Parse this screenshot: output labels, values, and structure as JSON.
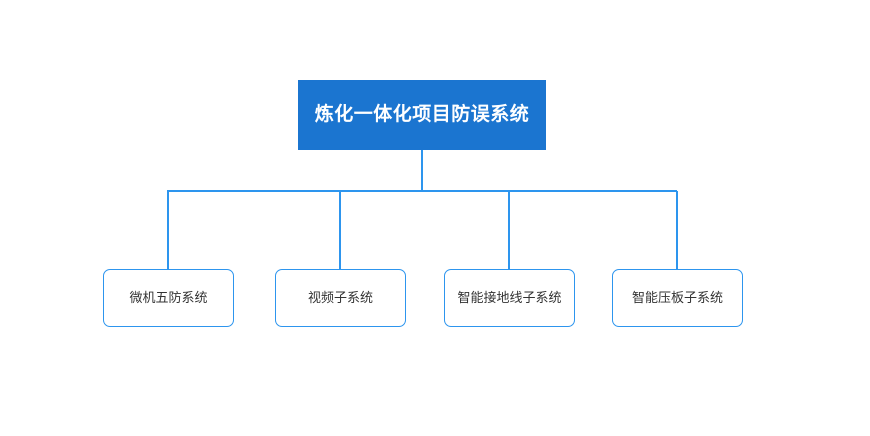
{
  "diagram": {
    "type": "org-chart",
    "orientation": "top-down",
    "background_color": "#ffffff",
    "root": {
      "label": "炼化一体化项目防误系统",
      "fill_color": "#1b75d0",
      "text_color": "#ffffff"
    },
    "children": [
      {
        "label": "微机五防系统",
        "fill_color": "#ffffff",
        "border_color": "#2d95ee",
        "text_color": "#333333"
      },
      {
        "label": "视频子系统",
        "fill_color": "#ffffff",
        "border_color": "#2d95ee",
        "text_color": "#333333"
      },
      {
        "label": "智能接地线子系统",
        "fill_color": "#ffffff",
        "border_color": "#2d95ee",
        "text_color": "#333333"
      },
      {
        "label": "智能压板子系统",
        "fill_color": "#ffffff",
        "border_color": "#2d95ee",
        "text_color": "#333333"
      }
    ],
    "connector_color": "#2d95ee"
  }
}
